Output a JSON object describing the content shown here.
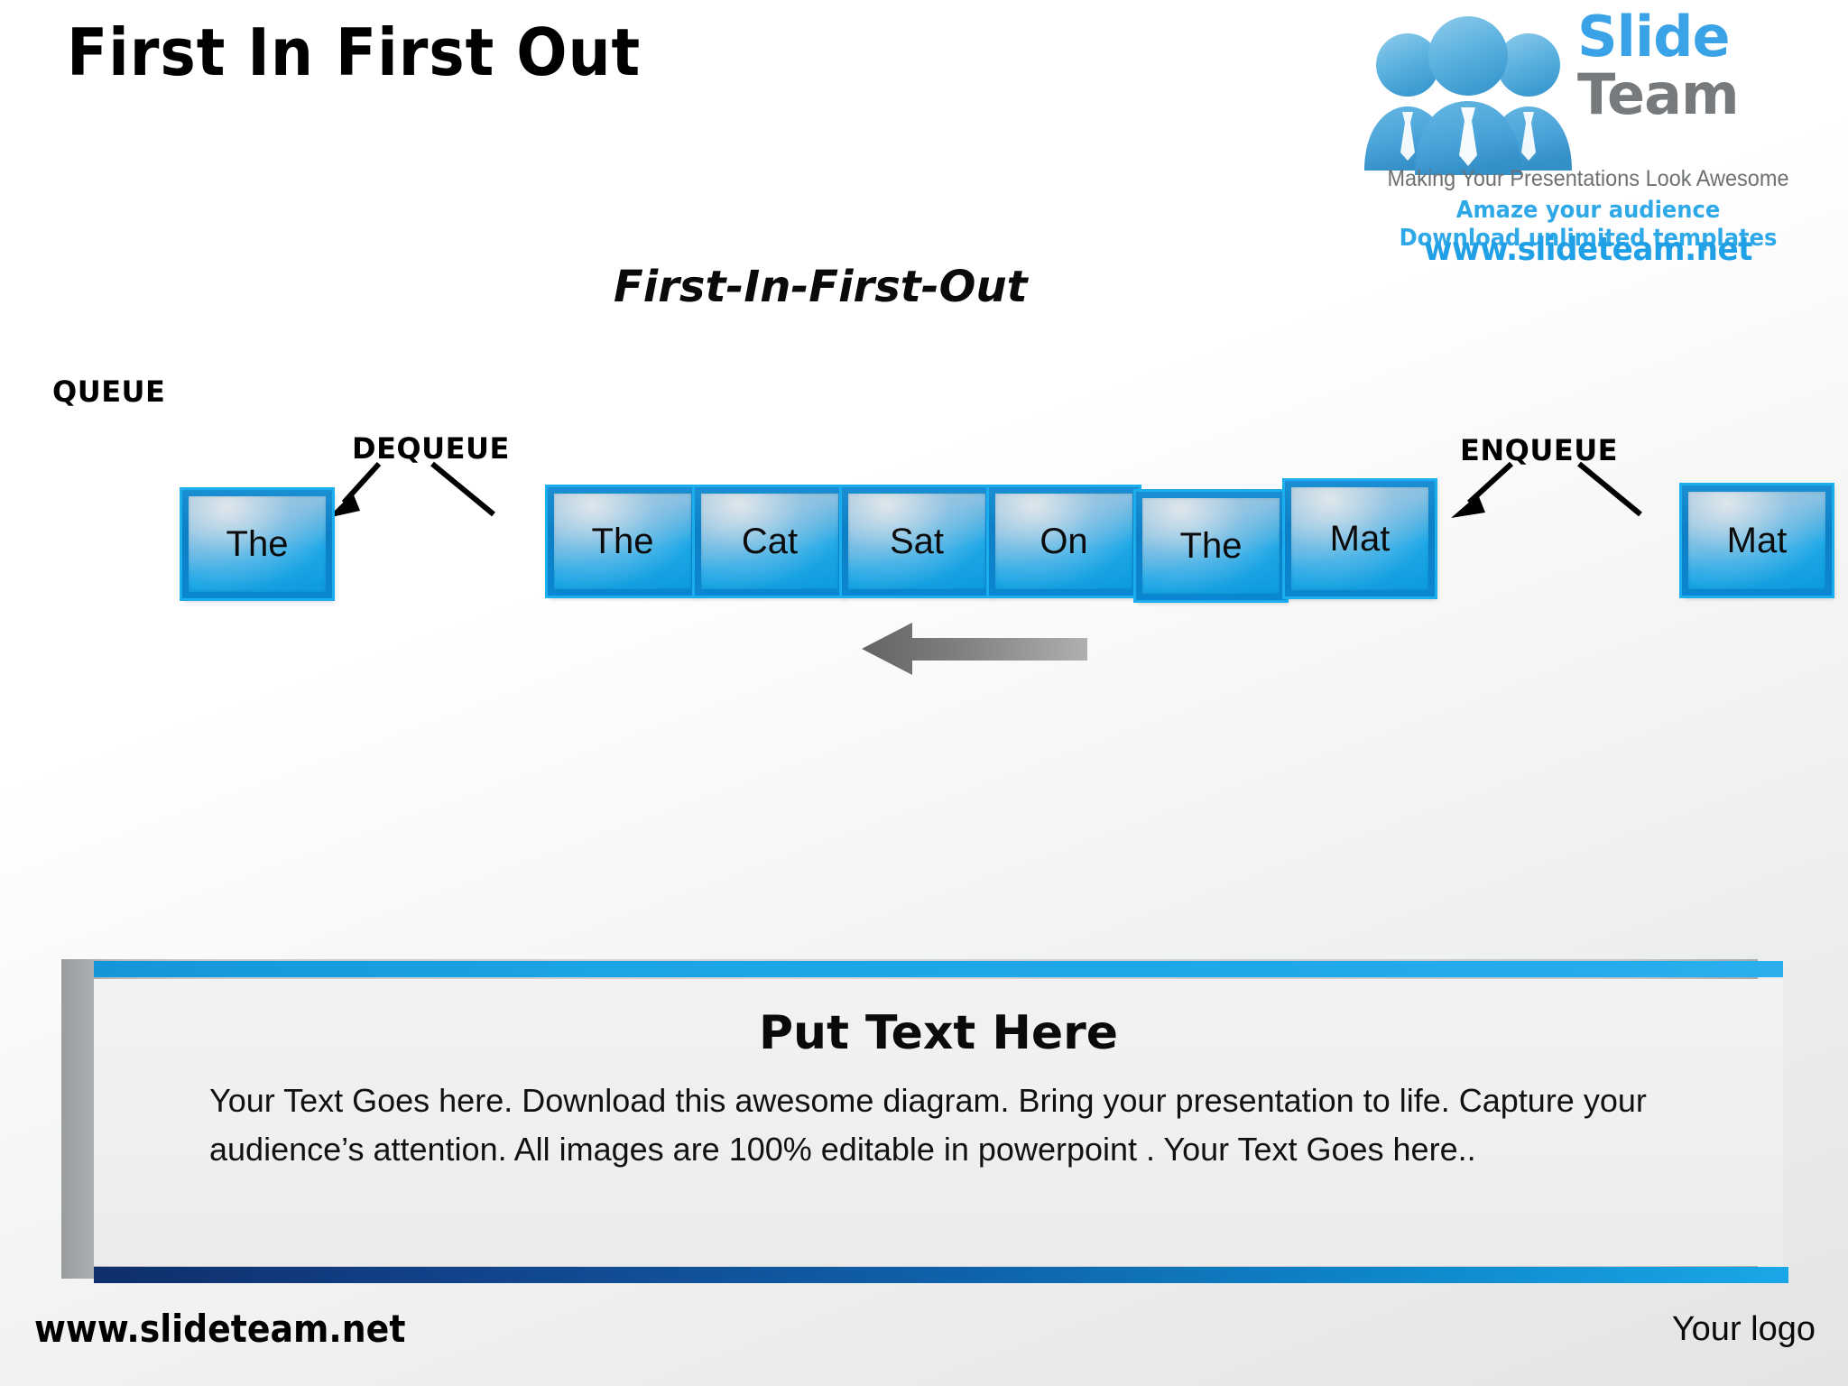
{
  "slide": {
    "title": "First In First Out",
    "subtitle": "First-In-First-Out"
  },
  "logo": {
    "brand_first": "Slide",
    "brand_second": "Team",
    "tagline": "Making Your Presentations Look Awesome",
    "line2": "Amaze your audience",
    "line3": "Download unlimited templates",
    "url": "www.slideteam.net",
    "accent_blue": "#3aa3e8",
    "gray": "#777a7c"
  },
  "diagram": {
    "queue_label": "QUEUE",
    "dequeue_label": "DEQUEUE",
    "enqueue_label": "ENQUEUE",
    "dequeued_item": "The",
    "enqueued_item": "Mat",
    "queue_items": [
      "The",
      "Cat",
      "Sat",
      "On",
      "The",
      "Mat"
    ],
    "box_border_color": "#1aaeee",
    "box_fill_color": "#0d9ade",
    "flow_arrow_direction": "left",
    "flow_arrow_color": "#6e6e6e"
  },
  "panel": {
    "heading": "Put Text Here",
    "body": "Your Text Goes here. Download this awesome diagram. Bring your presentation to life. Capture your audience’s attention. All images are 100% editable in powerpoint . Your Text Goes here..",
    "top_bar_color": "#1fa8e9",
    "bottom_bar_color": "#0f63ab"
  },
  "footer": {
    "url": "www.slideteam.net",
    "logo_placeholder": "Your logo"
  }
}
